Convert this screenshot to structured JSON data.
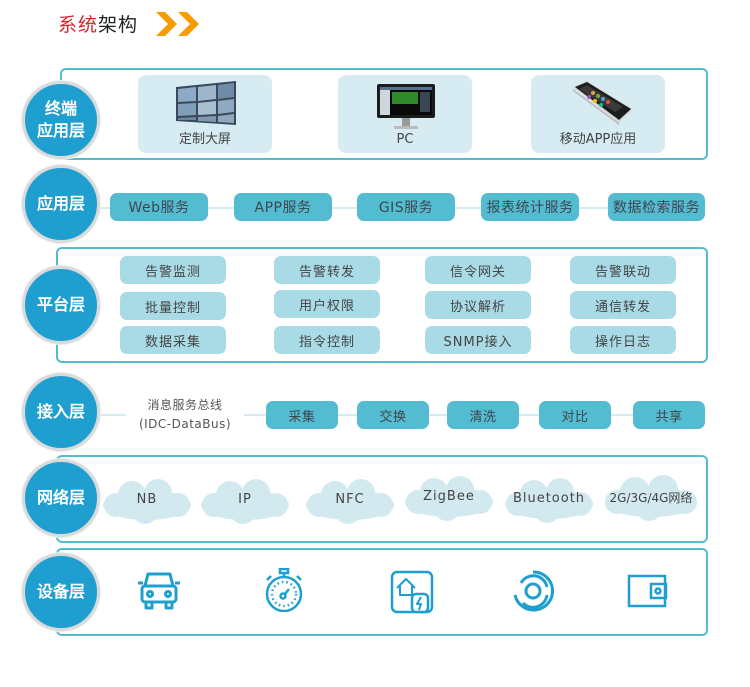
{
  "header": {
    "title_red": "系统",
    "title_black": "架构",
    "chevron_icon": "double-chevron-right-icon",
    "chevron_color": "#f59c00"
  },
  "colors": {
    "circle": "#1e9fcf",
    "frame_border": "#55bccc",
    "pill_dark": "#53bcd0",
    "pill_light": "#a8dbe6",
    "card_bg": "#d6ecf2",
    "title_red": "#d9232a"
  },
  "layers": {
    "terminal": {
      "label_line1": "终端",
      "label_line2": "应用层",
      "items": [
        {
          "label": "定制大屏",
          "icon": "video-wall-image"
        },
        {
          "label": "PC",
          "icon": "desktop-monitor-image"
        },
        {
          "label": "移动APP应用",
          "icon": "smartphone-image"
        }
      ]
    },
    "application": {
      "label": "应用层",
      "items": [
        "Web服务",
        "APP服务",
        "GIS服务",
        "报表统计服务",
        "数据检索服务"
      ]
    },
    "platform": {
      "label": "平台层",
      "columns": [
        [
          "告警监测",
          "批量控制",
          "数据采集"
        ],
        [
          "告警转发",
          "用户权限",
          "指令控制"
        ],
        [
          "信令网关",
          "协议解析",
          "SNMP接入"
        ],
        [
          "告警联动",
          "通信转发",
          "操作日志"
        ]
      ]
    },
    "access": {
      "label": "接入层",
      "bus_line1": "消息服务总线",
      "bus_line2": "(IDC-DataBus)",
      "items": [
        "采集",
        "交换",
        "清洗",
        "对比",
        "共享"
      ]
    },
    "network": {
      "label": "网络层",
      "items": [
        "NB",
        "IP",
        "NFC",
        "ZigBee",
        "Bluetooth",
        "2G/3G/4G网络"
      ]
    },
    "device": {
      "label": "设备层",
      "icons": [
        "car-icon",
        "stopwatch-icon",
        "smart-home-power-icon",
        "target-rings-icon",
        "wallet-icon"
      ]
    }
  }
}
